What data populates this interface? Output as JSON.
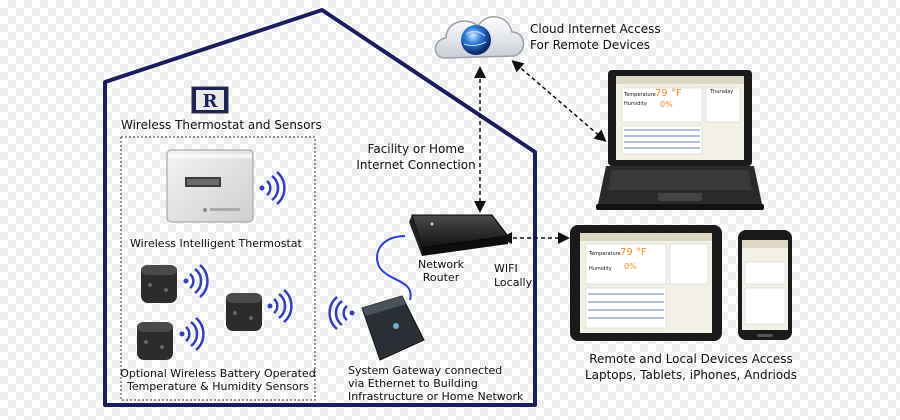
{
  "labels": {
    "cloud_line1": "Cloud Internet Access",
    "cloud_line2": "For Remote Devices",
    "section_title": "Wireless Thermostat and Sensors",
    "connection_line1": "Facility or Home",
    "connection_line2": "Internet Connection",
    "thermostat": "Wireless Intelligent Thermostat",
    "router_line1": "Network",
    "router_line2": "Router",
    "wifi_line1": "WIFI",
    "wifi_line2": "Locally",
    "sensors_line1": "Optional Wireless Battery Operated",
    "sensors_line2": "Temperature & Humidity Sensors",
    "gateway_line1": "System Gateway connected",
    "gateway_line2": "via Ethernet to Building",
    "gateway_line3": "Infrastructure or Home Network",
    "devices_line1": "Remote and Local Devices Access",
    "devices_line2": "Laptops, Tablets, iPhones, Andriods"
  },
  "logo_text": "R",
  "screen": {
    "temperature_label": "Temperature",
    "humidity_label": "Humidity",
    "temperature_value": "79 °F",
    "humidity_value": "0%",
    "day_label": "Thursday"
  },
  "colors": {
    "house_outline": "#1a1f5c",
    "cable": "#2b3fd1",
    "arrow": "#111111",
    "temp_value": "#f08a24",
    "wifi_waves": "#3340b8"
  }
}
